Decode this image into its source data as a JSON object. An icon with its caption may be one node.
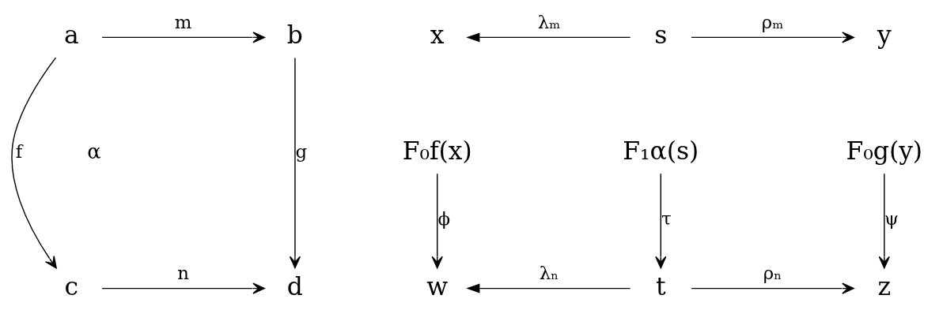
{
  "diagram": {
    "nodes": [
      {
        "text": [
          "a"
        ]
      },
      {
        "text": [
          "b"
        ]
      },
      {
        "text": [
          "c"
        ]
      },
      {
        "text": [
          "d"
        ]
      },
      {
        "text": [
          "x"
        ]
      },
      {
        "text": [
          "s"
        ]
      },
      {
        "text": [
          "y"
        ]
      },
      {
        "text": [
          "F₀f(x)"
        ]
      },
      {
        "text": [
          "F₁α(s)"
        ]
      },
      {
        "text": [
          "F₀g(y)"
        ]
      },
      {
        "text": [
          "w"
        ]
      },
      {
        "text": [
          "t"
        ]
      },
      {
        "text": [
          "z"
        ]
      }
    ],
    "edges": [
      {
        "from": 0,
        "to": 1,
        "arrow": "to",
        "label": "m"
      },
      {
        "from": 0,
        "to": 2,
        "arrow": "to",
        "label": "f"
      },
      {
        "from": 1,
        "to": 3,
        "arrow": "to",
        "label": "g"
      },
      {
        "from": 2,
        "to": 3,
        "arrow": "to",
        "label": "n"
      },
      {
        "from": 5,
        "to": 4,
        "arrow": "to",
        "label": "λₘ"
      },
      {
        "from": 5,
        "to": 6,
        "arrow": "to",
        "label": "ρₘ"
      },
      {
        "from": 7,
        "to": 10,
        "arrow": "to",
        "label": "ϕ"
      },
      {
        "from": 11,
        "to": 10,
        "arrow": "to",
        "label": "λₙ"
      },
      {
        "from": 8,
        "to": 11,
        "arrow": "to",
        "label": "τ"
      },
      {
        "from": 11,
        "to": 12,
        "arrow": "to",
        "label": "ρₙ"
      },
      {
        "from": 9,
        "to": 12,
        "arrow": "to",
        "label": "ψ"
      }
    ],
    "labels": [
      "α"
    ]
  }
}
